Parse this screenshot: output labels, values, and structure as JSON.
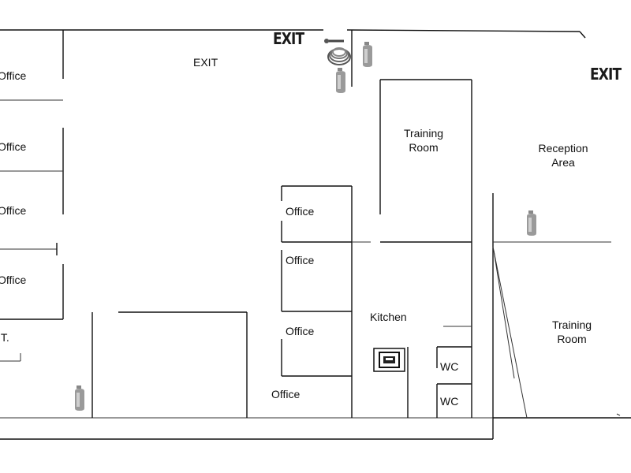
{
  "signs": {
    "exit_left": "EXIT",
    "exit_right": "EXIT"
  },
  "rooms": {
    "exit_area": "EXIT",
    "office_1": "Office",
    "office_2": "Office",
    "office_3": "Office",
    "office_4": "Office",
    "it_room": ".T.",
    "office_c1": "Office",
    "office_c2": "Office",
    "office_c3": "Office",
    "office_bottom": "Office",
    "training_1_line1": "Training",
    "training_1_line2": "Room",
    "kitchen": "Kitchen",
    "wc_1": "WC",
    "wc_2": "WC",
    "reception_line1": "Reception",
    "reception_line2": "Area",
    "training_2_line1": "Training",
    "training_2_line2": "Room"
  },
  "icons": {
    "extinguisher": "fire-extinguisher-icon",
    "hose_reel": "fire-hose-reel-icon",
    "fire_point": "fire-alarm-point-icon"
  }
}
